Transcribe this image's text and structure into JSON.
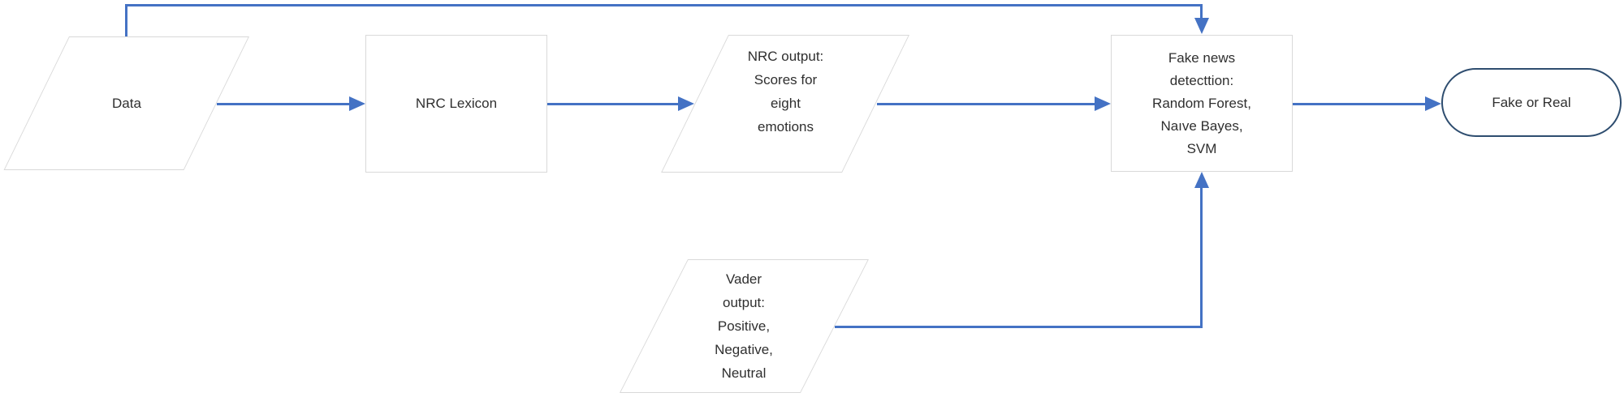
{
  "diagram": {
    "type": "flowchart",
    "background": "#FFFFFF",
    "colors": {
      "connector": "#4472C4",
      "shape_border": "#D9D9D9",
      "terminator_border": "#2E4D6F",
      "text": "#2F2F2F"
    },
    "nodes": [
      {
        "id": "data",
        "shape": "parallelogram",
        "label": "Data"
      },
      {
        "id": "nrc-lexicon",
        "shape": "process-rectangle",
        "label": "NRC Lexicon"
      },
      {
        "id": "nrc-output",
        "shape": "parallelogram",
        "label": "NRC output:\nScores for\neight\nemotions"
      },
      {
        "id": "fake-news-detection",
        "shape": "process-rectangle",
        "label": "Fake news\ndetecttion:\nRandom Forest,\nNaıve Bayes,\nSVM"
      },
      {
        "id": "fake-or-real",
        "shape": "terminator-stadium",
        "label": "Fake or Real"
      },
      {
        "id": "vader-output",
        "shape": "parallelogram",
        "label": "Vader\noutput:\nPositive,\nNegative,\nNeutral"
      }
    ],
    "edges": [
      {
        "from": "data",
        "to": "nrc-lexicon",
        "route": "straight-right"
      },
      {
        "from": "nrc-lexicon",
        "to": "nrc-output",
        "route": "straight-right"
      },
      {
        "from": "nrc-output",
        "to": "fake-news-detection",
        "route": "straight-right"
      },
      {
        "from": "fake-news-detection",
        "to": "fake-or-real",
        "route": "straight-right"
      },
      {
        "from": "data",
        "to": "fake-news-detection",
        "route": "over-the-top"
      },
      {
        "from": "vader-output",
        "to": "fake-news-detection",
        "route": "right-then-up"
      }
    ]
  }
}
